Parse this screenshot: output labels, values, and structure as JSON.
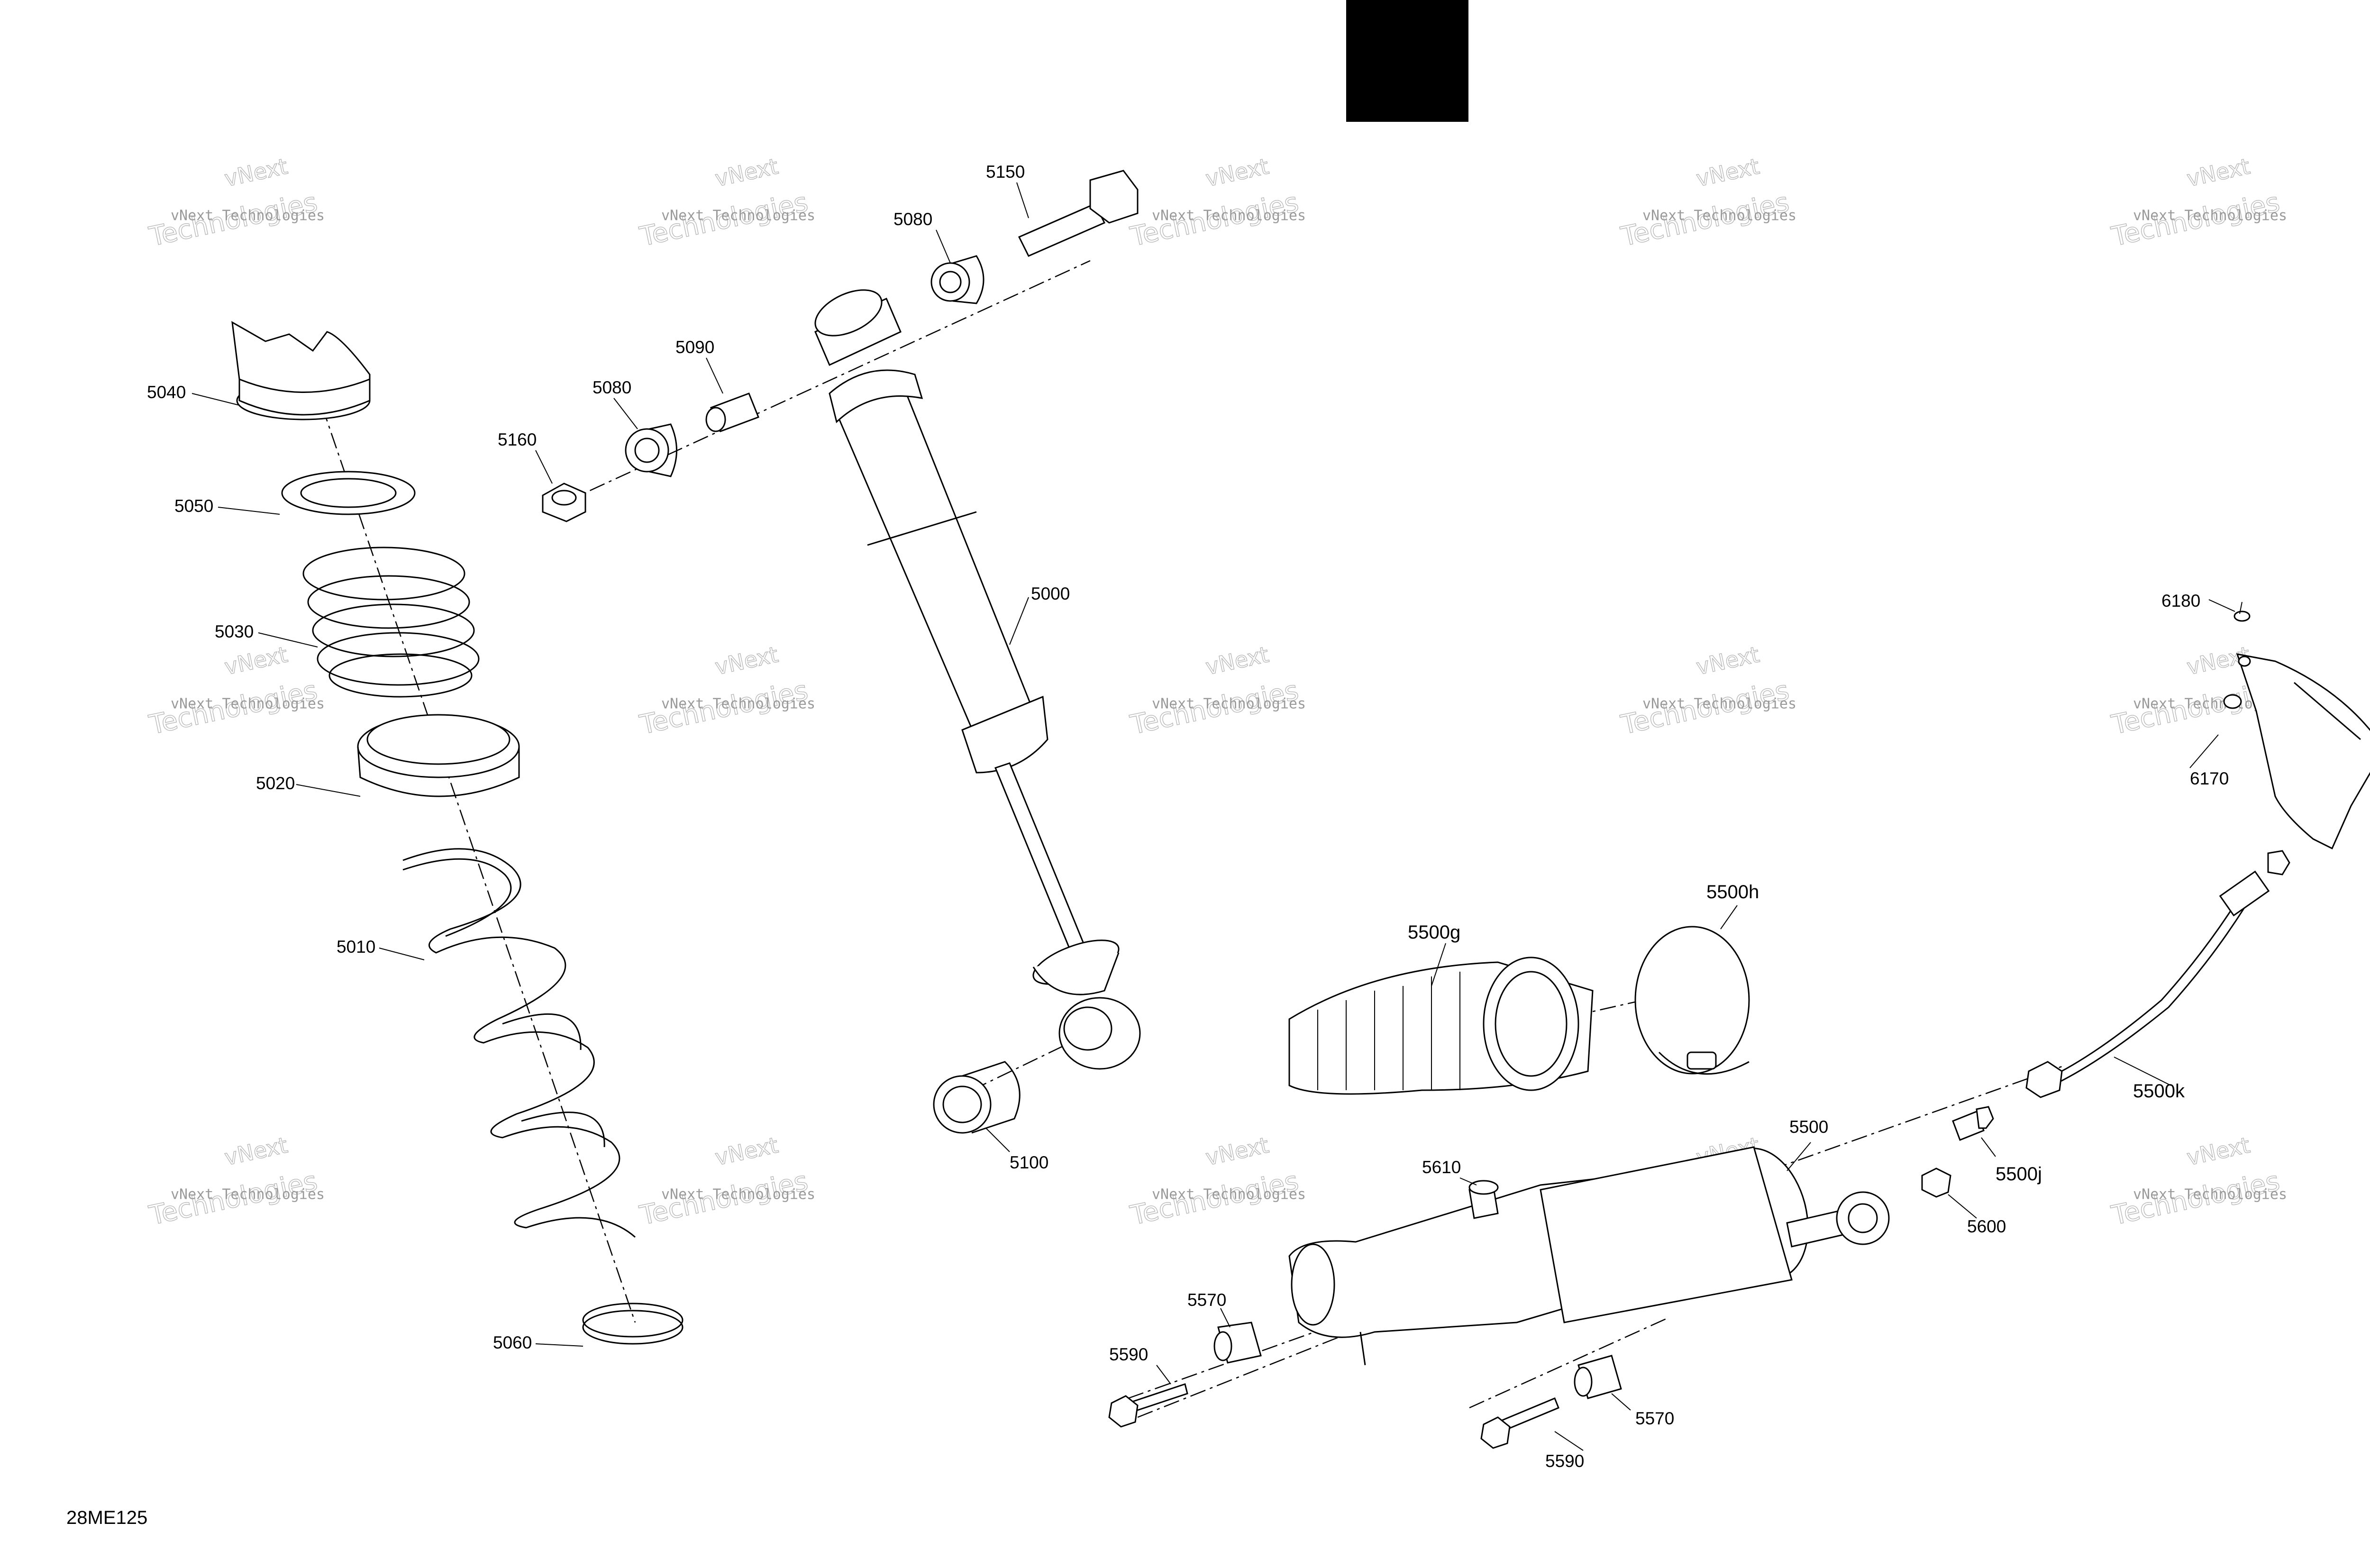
{
  "diagram": {
    "ref_code": "28ME125",
    "parts": [
      {
        "id": "5040"
      },
      {
        "id": "5050"
      },
      {
        "id": "5030"
      },
      {
        "id": "5020"
      },
      {
        "id": "5010"
      },
      {
        "id": "5060"
      },
      {
        "id": "5160"
      },
      {
        "id": "5080"
      },
      {
        "id": "5090"
      },
      {
        "id": "5080"
      },
      {
        "id": "5150"
      },
      {
        "id": "5000"
      },
      {
        "id": "5100"
      },
      {
        "id": "5500g"
      },
      {
        "id": "5500h"
      },
      {
        "id": "6180"
      },
      {
        "id": "6170"
      },
      {
        "id": "5500k"
      },
      {
        "id": "5500"
      },
      {
        "id": "5610"
      },
      {
        "id": "5500j"
      },
      {
        "id": "5600"
      },
      {
        "id": "5570"
      },
      {
        "id": "5590"
      },
      {
        "id": "5570"
      },
      {
        "id": "5590"
      }
    ],
    "watermark": {
      "line1": "vNext Technologies",
      "line2": "vNext",
      "line3": "Technologies"
    }
  }
}
